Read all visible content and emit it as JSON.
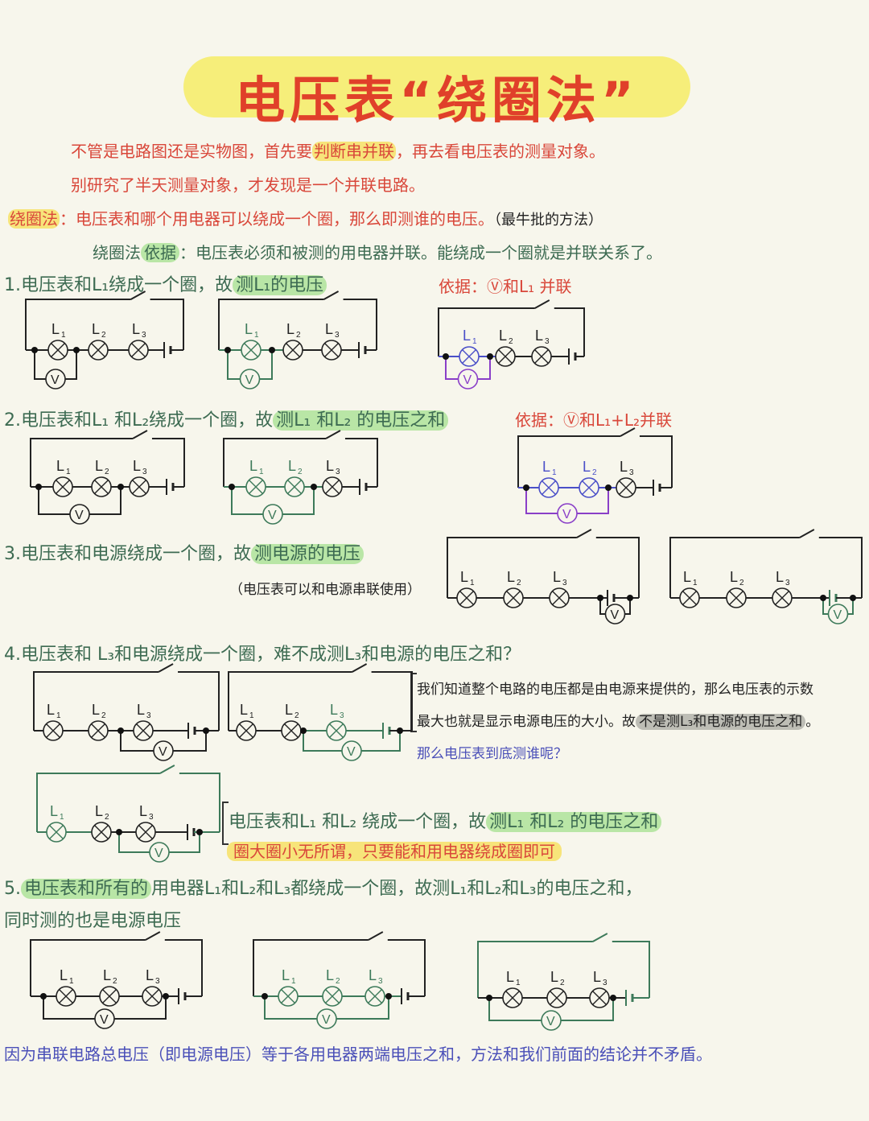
{
  "title": "电压表“绕圈法”",
  "intro": {
    "line1_a": "不管是电路图还是实物图，首先要",
    "line1_hl": "判断串并联",
    "line1_b": "，再去看电压表的测量对象。",
    "line2": "别研究了半天测量对象，才发现是一个并联电路。",
    "method_label": "绕圈法",
    "method_text": "：电压表和哪个用电器可以绕成一个圈，那么即测谁的电压。",
    "method_note": "（最牛批的方法）",
    "basis_prefix": "绕圈法",
    "basis_hl": "依据",
    "basis_text": "：电压表必须和被测的用电器并联。能绕成一个圈就是并联关系了。"
  },
  "sections": {
    "s1": {
      "text_a": "1.电压表和L₁绕成一个圈，故",
      "text_hl": "测L₁的电压",
      "basis": "依据：Ⓥ和L₁ 并联"
    },
    "s2": {
      "text_a": "2.电压表和L₁ 和L₂绕成一个圈，故",
      "text_hl": "测L₁ 和L₂ 的电压之和",
      "basis": "依据：Ⓥ和L₁+L₂并联"
    },
    "s3": {
      "text_a": "3.电压表和电源绕成一个圈，故",
      "text_hl": "测电源的电压",
      "note": "（电压表可以和电源串联使用）"
    },
    "s4": {
      "text": "4.电压表和 L₃和电源绕成一个圈，难不成测L₃和电源的电压之和？",
      "explain1": "我们知道整个电路的电压都是由电源来提供的，那么电压表的示数",
      "explain2_a": "最大也就是显示电源电压的大小。故",
      "explain2_hl": "不是测L₃和电源的电压之和",
      "explain2_b": "。",
      "question": "那么电压表到底测谁呢？",
      "answer_a": "电压表和L₁ 和L₂ 绕成一个圈，故",
      "answer_hl": "测L₁ 和L₂ 的电压之和",
      "rule": "圈大圈小无所谓，只要能和用电器绕成圈即可"
    },
    "s5": {
      "text_num": "5.",
      "text_hl": "电压表和所有的",
      "text_b": "用电器L₁和L₂和L₃都绕成一个圈，故测L₁和L₂和L₃的电压之和，",
      "line2": "同时测的也是电源电压"
    },
    "conclusion": "因为串联电路总电压（即电源电压）等于各用电器两端电压之和，方法和我们前面的结论并不矛盾。"
  },
  "labels": {
    "L1": "L",
    "sub1": "1",
    "sub2": "2",
    "sub3": "3",
    "V": "V"
  },
  "colors": {
    "title_red": "#e0402a",
    "title_bg": "#f6ee7a",
    "text_red": "#d9473a",
    "text_green": "#3d6b52",
    "highlight_green": "#b9e6a6",
    "highlight_yellow": "#f7e47a",
    "text_blue": "#4a4fb8",
    "wire_black": "#222222",
    "wire_green": "#3d7a5a",
    "wire_blue": "#4a4fc8",
    "wire_purple": "#8a3fc8"
  }
}
